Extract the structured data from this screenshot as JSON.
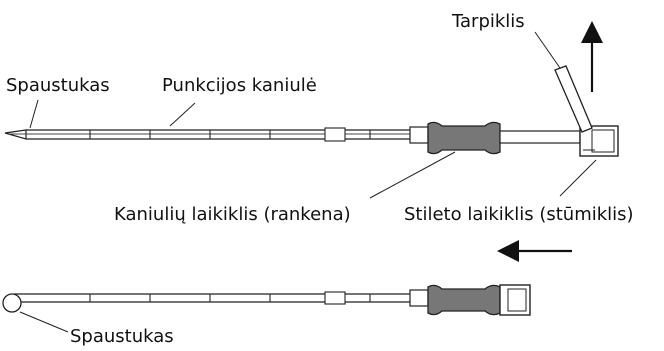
{
  "labels": {
    "spacer": "Tarpiklis",
    "clamp_top": "Spaustukas",
    "puncture_cannula": "Punkcijos kaniulė",
    "cannula_holder": "Kaniulių laikiklis (rankena)",
    "stylet_holder": "Stileto laikiklis (stūmiklis)",
    "clamp_bottom": "Spaustukas"
  },
  "colors": {
    "line": "#222222",
    "handle_fill": "#777777",
    "text": "#111111"
  },
  "icons": {
    "up_arrow": "arrow-up-icon",
    "left_arrow": "arrow-left-icon"
  }
}
